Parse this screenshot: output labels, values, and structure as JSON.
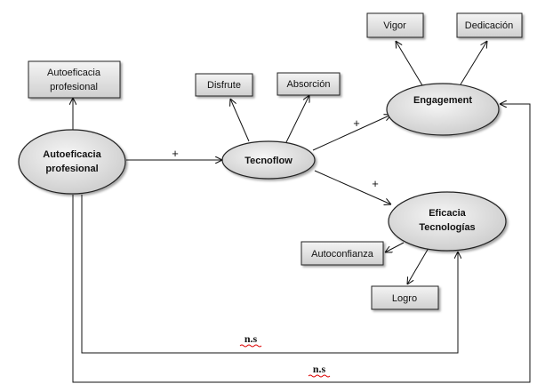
{
  "nodes": {
    "autoeficacia_rect": {
      "lines": [
        "Autoeficacia",
        "profesional"
      ]
    },
    "autoeficacia_ellipse": {
      "lines": [
        "Autoeficacia",
        "profesional"
      ]
    },
    "disfrute": {
      "lines": [
        "Disfrute"
      ]
    },
    "absorcion": {
      "lines": [
        "Absorción"
      ]
    },
    "tecnoflow": {
      "lines": [
        "Tecnoflow"
      ]
    },
    "vigor": {
      "lines": [
        "Vigor"
      ]
    },
    "dedicacion": {
      "lines": [
        "Dedicación"
      ]
    },
    "engagement": {
      "lines": [
        "Engagement"
      ]
    },
    "eficacia": {
      "lines": [
        "Eficacia",
        "Tecnologías"
      ]
    },
    "autoconfianza": {
      "lines": [
        "Autoconfianza"
      ]
    },
    "logro": {
      "lines": [
        "Logro"
      ]
    }
  },
  "edge_labels": {
    "autoeficacia_to_tecnoflow": "+",
    "tecnoflow_to_engagement": "+",
    "tecnoflow_to_eficacia": "+",
    "autoeficacia_to_eficacia": "n.s",
    "autoeficacia_to_engagement": "n.s"
  }
}
